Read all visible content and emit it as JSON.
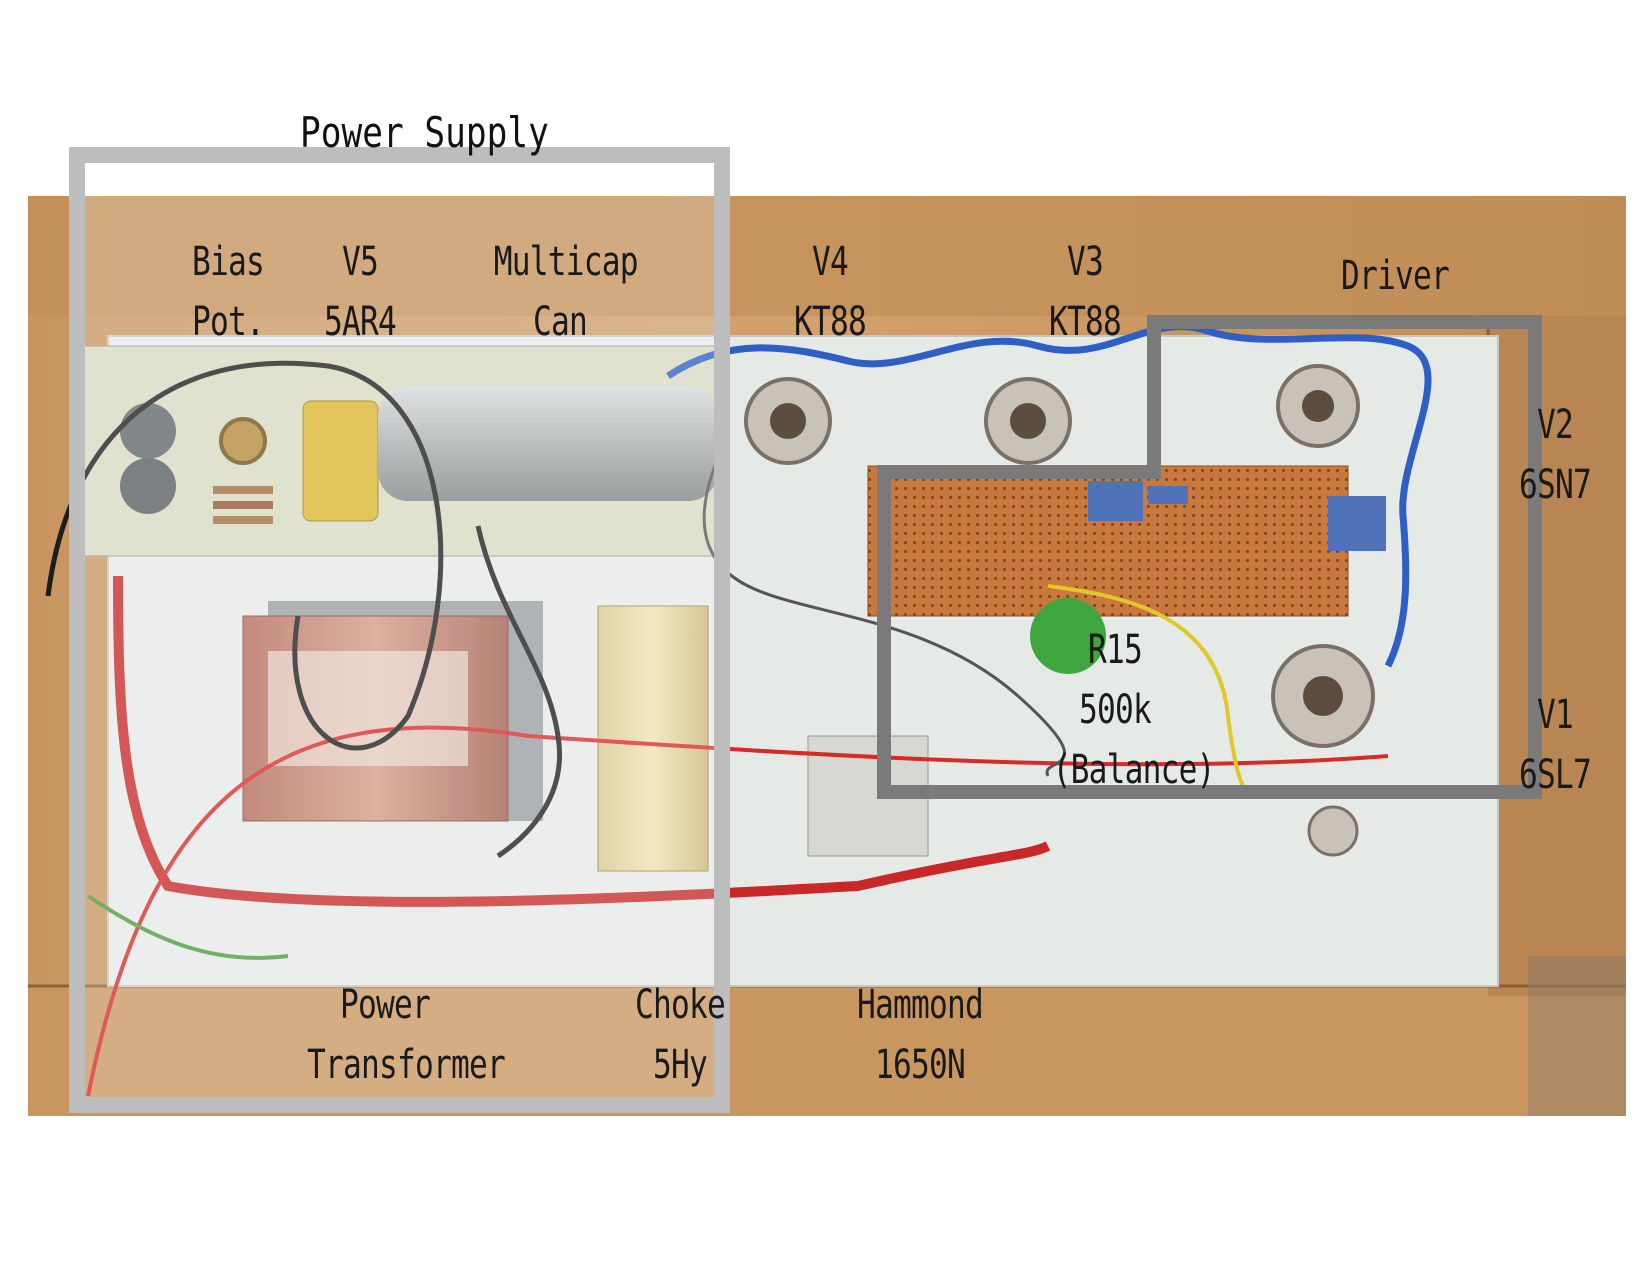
{
  "power_supply_label": "Power Supply",
  "labels": {
    "bias_pot": [
      "Bias",
      "Pot."
    ],
    "v5": [
      "V5",
      "5AR4"
    ],
    "multicap": [
      "Multicap",
      "Can"
    ],
    "v4": [
      "V4",
      "KT88"
    ],
    "v3": [
      "V3",
      "KT88"
    ],
    "driver": [
      "Driver"
    ],
    "v2": [
      "V2",
      "6SN7"
    ],
    "v1": [
      "V1",
      "6SL7"
    ],
    "r15": [
      "R15",
      "500k",
      "(Balance)"
    ],
    "power_transformer": [
      "Power",
      "Transformer"
    ],
    "choke": [
      "Choke",
      "5Hy"
    ],
    "hammond": [
      "Hammond",
      "1650N"
    ]
  },
  "colors": {
    "wood": "#c99a63",
    "wood_dark": "#a87845",
    "panel": "#e9ece9",
    "box_light": "#b8b8b8",
    "box_dark": "#7a7a7a",
    "red_wire": "#d42a2a",
    "blue_wire": "#2f5fc4",
    "perfboard": "#c9793d"
  }
}
